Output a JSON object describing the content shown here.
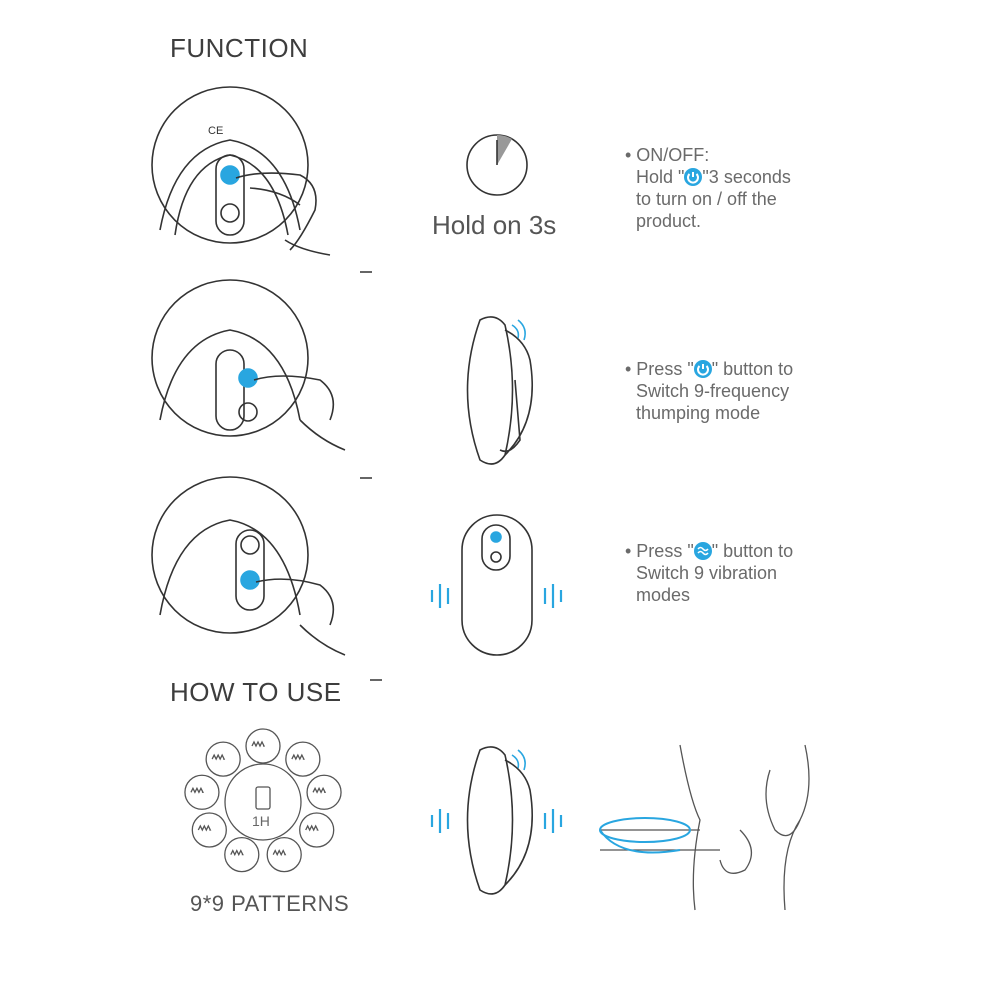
{
  "headings": {
    "function": "FUNCTION",
    "how_to_use": "HOW TO USE"
  },
  "timer": {
    "label": "Hold on 3s"
  },
  "steps": [
    {
      "lines": [
        "• ON/OFF:",
        "Hold \"",
        "\"3 seconds",
        "to turn on / off the",
        "product."
      ],
      "icon": "power-icon"
    },
    {
      "lines": [
        "• Press \"",
        "\" button to",
        "Switch  9-frequency",
        "thumping mode"
      ],
      "icon": "power-icon"
    },
    {
      "lines": [
        "• Press \"",
        "\" button to",
        "Switch  9  vibration",
        "modes"
      ],
      "icon": "wave-icon"
    }
  ],
  "patterns": {
    "battery_label": "1H",
    "caption": "9*9 PATTERNS"
  },
  "device_marks": "CE",
  "colors": {
    "accent": "#29a6e0",
    "ink": "#444444",
    "text": "#6a6a6a"
  }
}
